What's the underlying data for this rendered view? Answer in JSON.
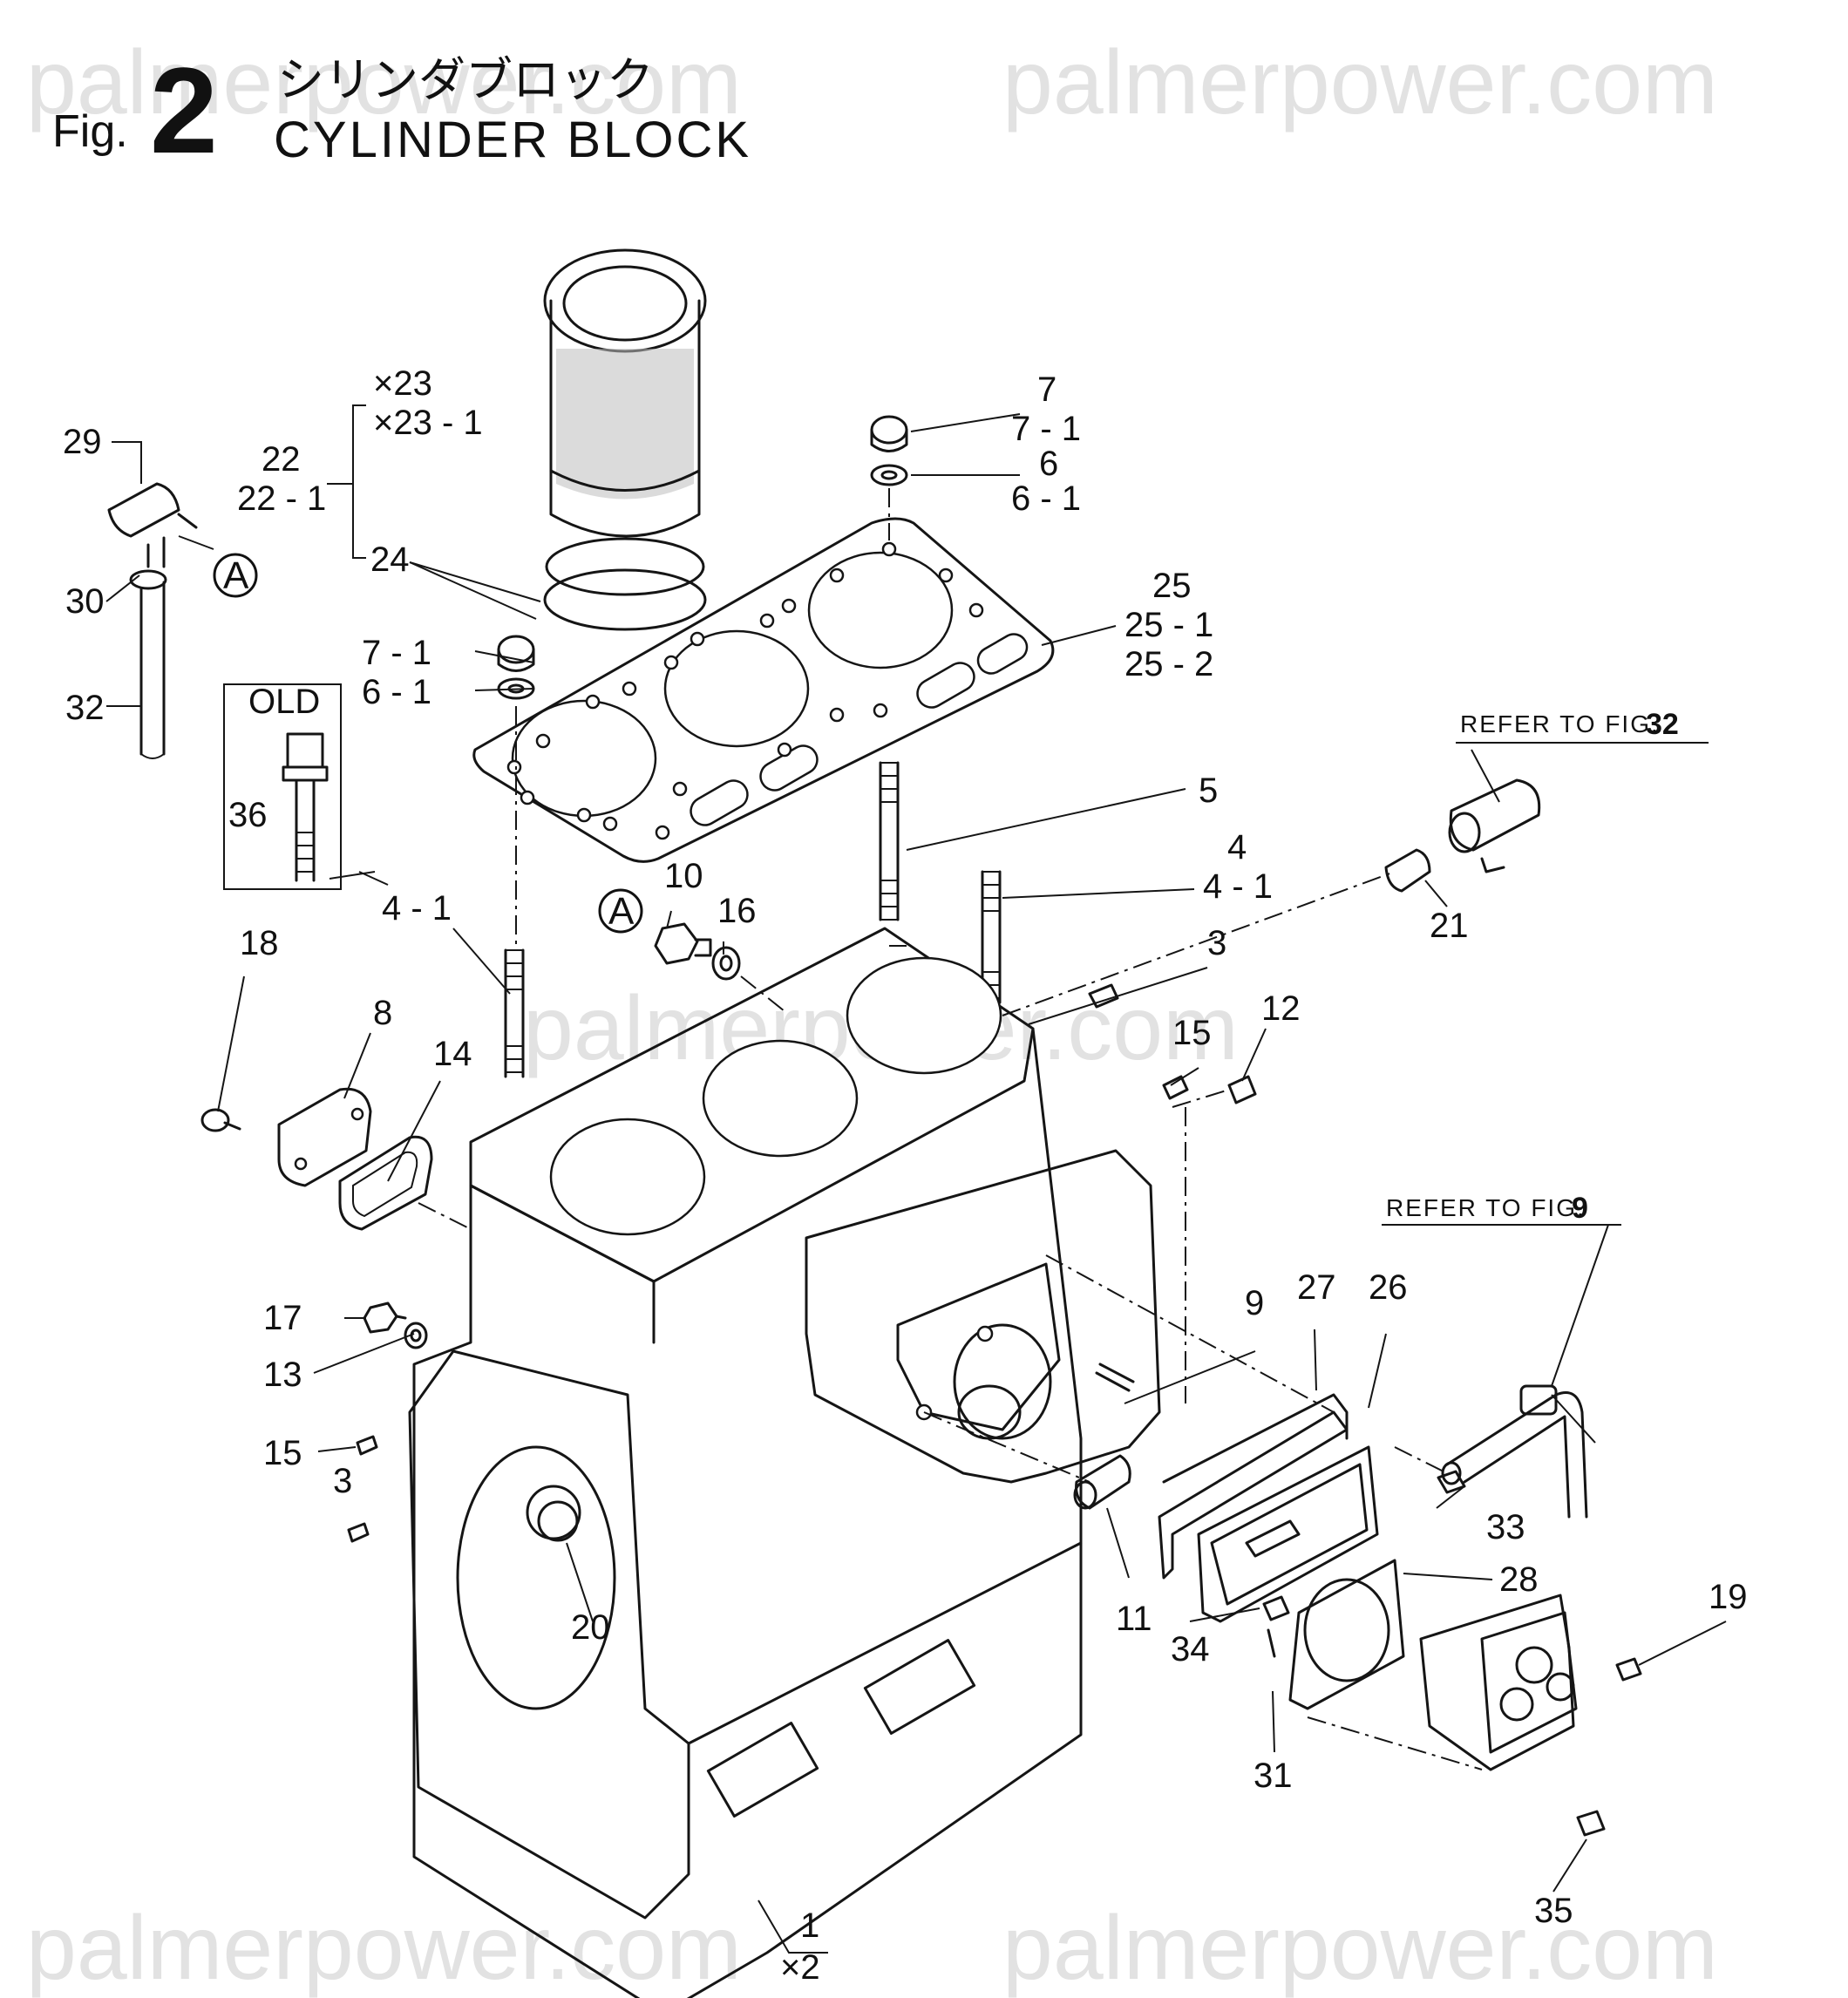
{
  "header": {
    "fig_label": "Fig.",
    "fig_number": "2",
    "title_jp": "シリンダブロック",
    "title_en": "CYLINDER BLOCK"
  },
  "watermark": "palmerpower.com",
  "callouts": {
    "c1": "1",
    "cx2": "×2",
    "c3a": "3",
    "c3b": "3",
    "c4": "4",
    "c4_1a": "4 - 1",
    "c4_1b": "4 - 1",
    "c5": "5",
    "c6": "6",
    "c6_1a": "6 - 1",
    "c6_1b": "6 - 1",
    "c7": "7",
    "c7_1a": "7 - 1",
    "c7_1b": "7 - 1",
    "c8": "8",
    "c9": "9",
    "c10": "10",
    "c11": "11",
    "c12": "12",
    "c13": "13",
    "c14": "14",
    "c15a": "15",
    "c15b": "15",
    "c16": "16",
    "c17": "17",
    "c18": "18",
    "c19": "19",
    "c20": "20",
    "c21": "21",
    "c22": "22",
    "c22_1": "22 - 1",
    "cx23": "×23",
    "cx23_1": "×23 - 1",
    "c24": "24",
    "c25": "25",
    "c25_1": "25 - 1",
    "c25_2": "25 - 2",
    "c26": "26",
    "c27": "27",
    "c28": "28",
    "c29": "29",
    "c30": "30",
    "c31": "31",
    "c32": "32",
    "c33": "33",
    "c34": "34",
    "c35": "35",
    "c36": "36",
    "old": "OLD",
    "mark_a": "A"
  },
  "refs": {
    "ref32_text": "REFER TO FIG.",
    "ref32_num": "32",
    "ref9_text": "REFER TO FIG.",
    "ref9_num": "9"
  }
}
